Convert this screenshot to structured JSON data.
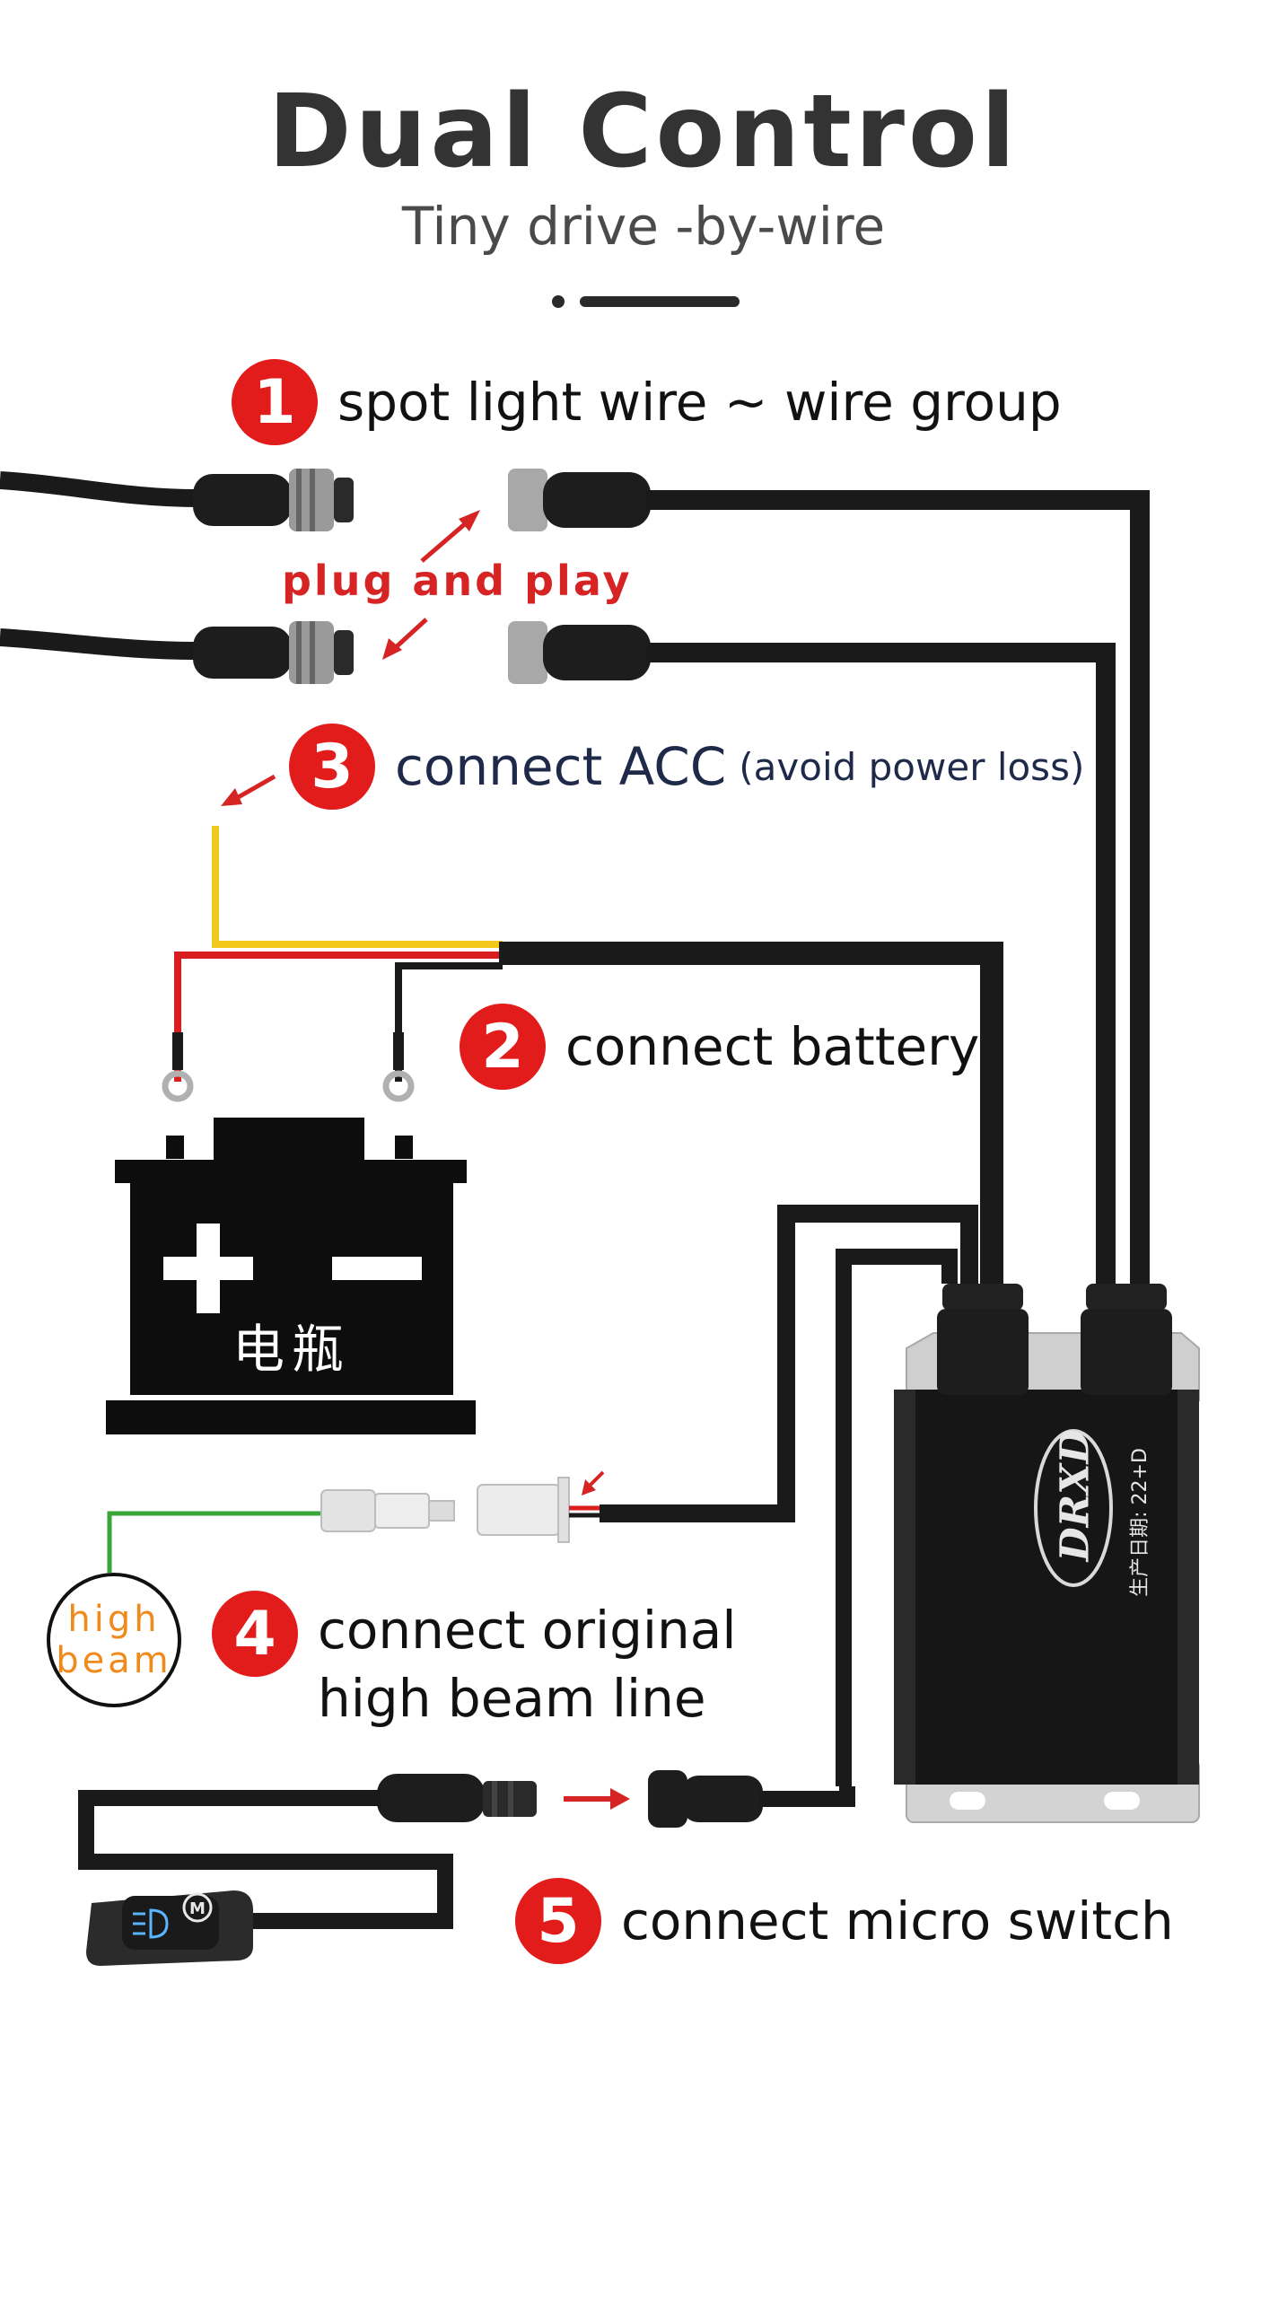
{
  "header": {
    "title": "Dual Control",
    "subtitle": "Tiny drive -by-wire"
  },
  "steps": [
    {
      "number": "1",
      "text": "spot light wire  ~ wire  group"
    },
    {
      "number": "2",
      "text": "connect battery"
    },
    {
      "number": "3",
      "text": "connect ACC",
      "note": "(avoid power loss)"
    },
    {
      "number": "4",
      "text_line1": "connect original",
      "text_line2": "high beam line"
    },
    {
      "number": "5",
      "text": "connect micro switch"
    }
  ],
  "plug_label": "plug and play",
  "high_beam_circle": {
    "line1": "high",
    "line2": "beam"
  },
  "battery_label": "电瓶",
  "controller": {
    "brand": "DRXD",
    "date_label": "生产日期: 22+D"
  },
  "switch_icons": [
    "headlight-icon",
    "mode-m-icon"
  ],
  "colors": {
    "accent_red": "#e21b1b",
    "wire_black": "#1a1a1a",
    "wire_red": "#d81e1e",
    "wire_yellow": "#f2c81b",
    "wire_green": "#3aa637",
    "orange_text": "#f08a1c",
    "navy_text": "#1f2a4a"
  }
}
